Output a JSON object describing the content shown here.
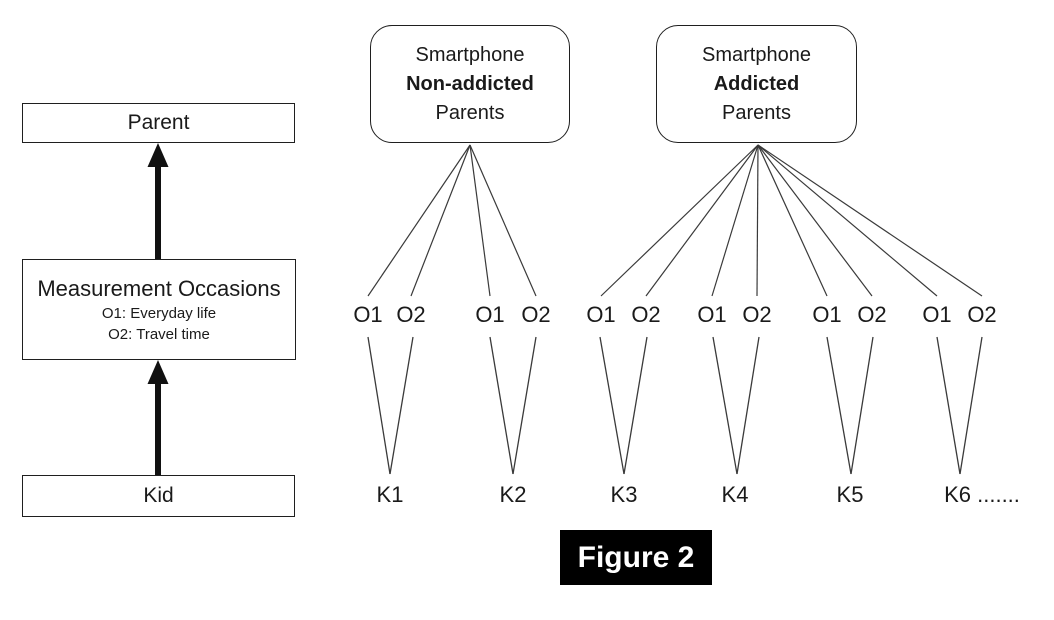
{
  "colors": {
    "ink": "#1a1a1a",
    "connector_line": "#3a3a3a",
    "caption_bg": "#000000",
    "caption_fg": "#ffffff"
  },
  "left_flow": {
    "parent_label": "Parent",
    "measurement": {
      "title": "Measurement Occasions",
      "sub1": "O1: Everyday life",
      "sub2": "O2: Travel time"
    },
    "kid_label": "Kid"
  },
  "groups": [
    {
      "line1": "Smartphone",
      "line2": "Non-addicted",
      "line3": "Parents"
    },
    {
      "line1": "Smartphone",
      "line2": "Addicted",
      "line3": "Parents"
    }
  ],
  "occasions": [
    "O1",
    "O2",
    "O1",
    "O2",
    "O1",
    "O2",
    "O1",
    "O2",
    "O1",
    "O2",
    "O1",
    "O2"
  ],
  "kids": [
    "K1",
    "K2",
    "K3",
    "K4",
    "K5",
    "K6 ......."
  ],
  "caption": "Figure 2"
}
